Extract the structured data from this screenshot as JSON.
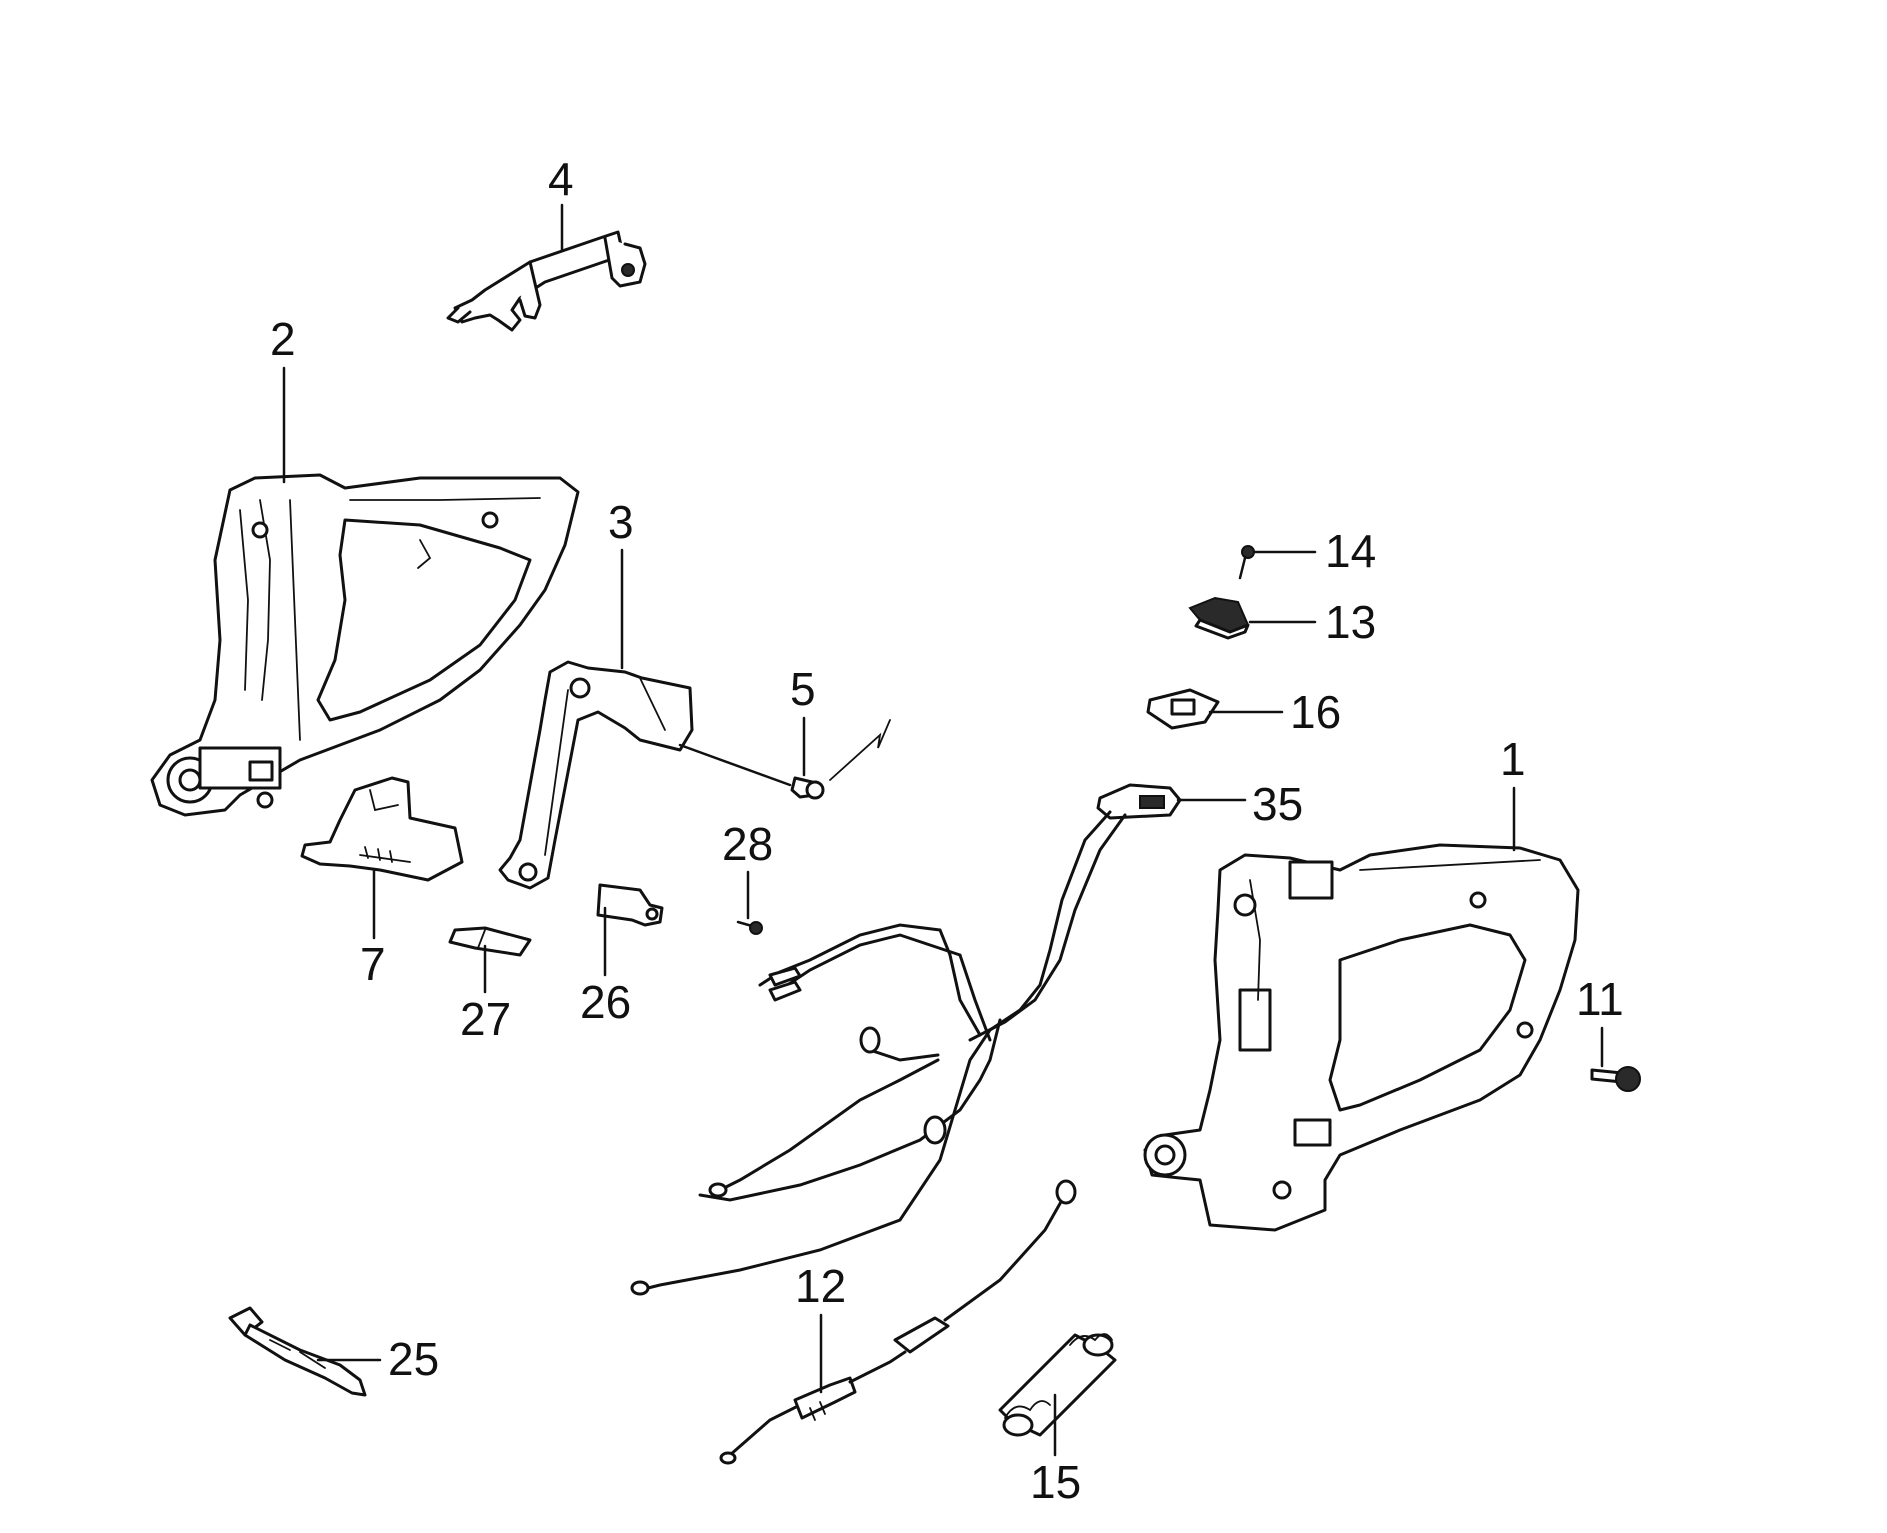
{
  "callouts": {
    "c1": "1",
    "c2": "2",
    "c3": "3",
    "c4": "4",
    "c5": "5",
    "c7": "7",
    "c11": "11",
    "c12": "12",
    "c13": "13",
    "c14": "14",
    "c15": "15",
    "c16": "16",
    "c25": "25",
    "c26": "26",
    "c27": "27",
    "c28": "28",
    "c35": "35"
  }
}
